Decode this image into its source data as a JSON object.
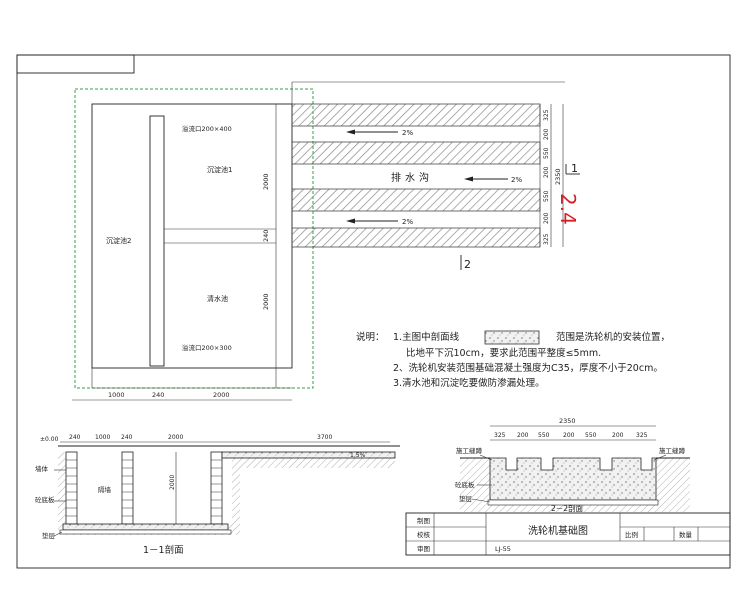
{
  "colors": {
    "line": "#222222",
    "dashed_boundary": "#37a04a",
    "annotation_red": "#d32027",
    "hatch": "#777777"
  },
  "plan": {
    "overflow_port_top": "溢流口200×400",
    "settling_tank_1": "沉淀池1",
    "settling_tank_2": "沉淀池2",
    "clear_water_tank": "清水池",
    "overflow_port_bottom": "溢流口200×300",
    "drain_ditch": "排水沟",
    "slopes": [
      "2%",
      "2%",
      "2%"
    ],
    "dim_2000_upper": "2000",
    "dim_240_mid": "240",
    "dim_2000_lower": "2000",
    "bottom_dims": [
      "1000",
      "240",
      "2000"
    ],
    "right_dims": [
      "325",
      "200",
      "550",
      "200",
      "550",
      "200",
      "325"
    ],
    "right_total": "2350",
    "section_mark_1": "1",
    "section_mark_2": "2",
    "red_annotation": "2.4"
  },
  "notes": {
    "label": "说明：",
    "line1a": "1.主图中剖面线",
    "line1b": "范围是洗轮机的安装位置，",
    "line2": "比地平下沉10cm，要求此范围平整度≤5mm.",
    "line3": "2、洗轮机安装范围基础混凝土强度为C35，厚度不小于20cm。",
    "line4": "3.清水池和沉淀吃要做防渗漏处理。"
  },
  "section11": {
    "title": "1－1剖面",
    "ground": "±0.00",
    "dims": [
      "240",
      "1000",
      "240",
      "2000",
      "3700"
    ],
    "slope": "1.5%",
    "depth": "2000",
    "partition": "隔墙",
    "labels": [
      "墙体",
      "砼底板",
      "垫层"
    ]
  },
  "section22": {
    "title": "2－2剖面",
    "total": "2350",
    "dims": [
      "325",
      "200",
      "550",
      "200",
      "550",
      "200",
      "325"
    ],
    "construction_joint_left": "施工缝蹲",
    "construction_joint_right": "施工缝蹲",
    "labels": [
      "砼底板",
      "垫层"
    ]
  },
  "title_block": {
    "draw": "制图",
    "check": "校核",
    "review": "审图",
    "title": "洗轮机基础图",
    "drawing_no": "LJ-55",
    "scale": "比例",
    "quantity": "数量"
  }
}
